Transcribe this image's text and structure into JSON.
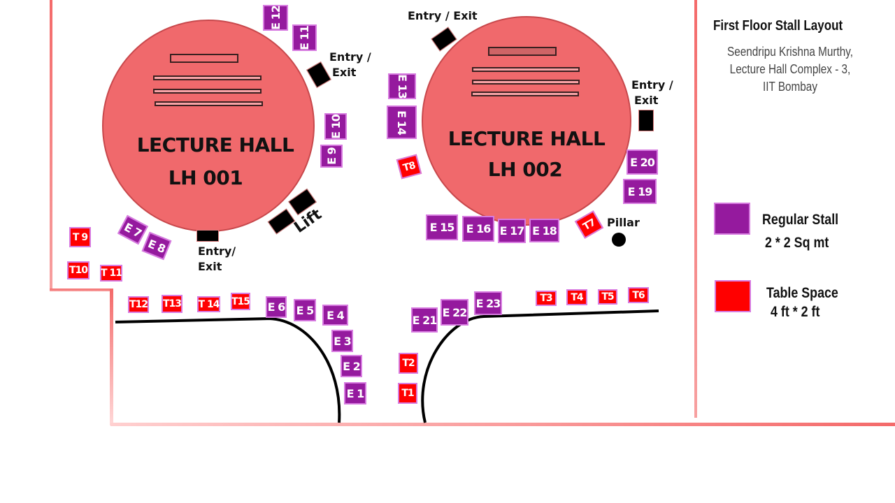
{
  "legend": {
    "title": "First  Floor Stall Layout",
    "venue_line1": "Seendripu Krishna Murthy,",
    "venue_line2": "Lecture Hall Complex - 3,",
    "venue_line3": "IIT Bombay",
    "regular_label": "Regular Stall",
    "regular_size": "2 * 2 Sq mt",
    "table_label": "Table Space",
    "table_size": "4 ft * 2 ft"
  },
  "colors": {
    "regular_stall": "#951a9e",
    "table_space": "#ff0000",
    "lecture_hall": "#f0696c"
  },
  "halls": [
    {
      "line1": "LECTURE HALL",
      "line2": "LH 001"
    },
    {
      "line1": "LECTURE HALL",
      "line2": "LH 002"
    }
  ],
  "labels": {
    "entry_exit": "Entry / Exit",
    "entry": "Entry /",
    "entry_tight": "Entry/",
    "exit": "Exit",
    "lift": "Lift",
    "pillar": "Pillar"
  },
  "regular_stalls": {
    "E1": "E 1",
    "E2": "E 2",
    "E3": "E 3",
    "E4": "E 4",
    "E5": "E 5",
    "E6": "E 6",
    "E7": "E 7",
    "E8": "E 8",
    "E9": "E 9",
    "E10": "E 10",
    "E11": "E 11",
    "E12": "E 12",
    "E13": "E 13",
    "E14": "E 14",
    "E15": "E 15",
    "E16": "E 16",
    "E17": "E 17",
    "E18": "E 18",
    "E19": "E 19",
    "E20": "E 20",
    "E21": "E 21",
    "E22": "E 22",
    "E23": "E 23"
  },
  "table_spaces": {
    "T1": "T1",
    "T2": "T2",
    "T3": "T3",
    "T4": "T4",
    "T5": "T5",
    "T6": "T6",
    "T7": "T7",
    "T8": "T8",
    "T9": "T 9",
    "T10": "T10",
    "T11": "T 11",
    "T12": "T12",
    "T13": "T13",
    "T14": "T 14",
    "T15": "T15"
  }
}
